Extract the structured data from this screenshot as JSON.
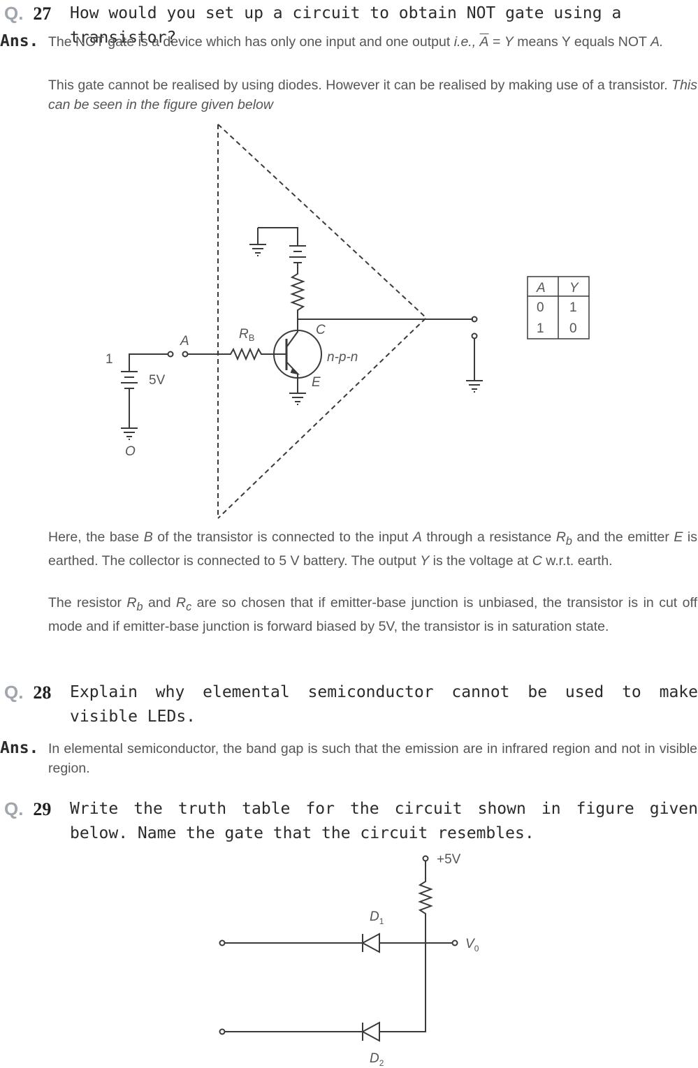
{
  "q27": {
    "mark": "Q.",
    "number": "27",
    "question": "How would you set up a circuit to obtain NOT gate using a transistor?",
    "ans_label": "Ans.",
    "p1_a": "The NOT gate is a device which has only one input and one output ",
    "p1_ie": "i.e.,",
    "p1_A": "A",
    "p1_eq": " = ",
    "p1_Y": "Y",
    "p1_b": " means Y equals NOT ",
    "p1_c": "A.",
    "p2_a": "This gate cannot be realised by using diodes. However it can be realised by making use of a transistor. ",
    "p2_b": "This can be seen in the figure given below",
    "figure": {
      "label_1": "1",
      "label_5v": "5V",
      "label_O": "O",
      "label_A": "A",
      "label_RB": "R",
      "label_RB_sub": "B",
      "label_C": "C",
      "label_E": "E",
      "label_npn": "n-p-n"
    },
    "truth_table": {
      "headers": [
        "A",
        "Y"
      ],
      "rows": [
        [
          "0",
          "1"
        ],
        [
          "1",
          "0"
        ]
      ]
    },
    "p3": [
      "Here, the base ",
      "B",
      " of the transistor is connected to the input ",
      "A",
      " through a resistance ",
      "R",
      "b",
      " and the emitter ",
      "E",
      " is earthed. The collector is connected to 5 V battery. The output ",
      "Y",
      " is the voltage at ",
      "C",
      " w.r.t. earth."
    ],
    "p4": [
      "The resistor ",
      "R",
      "b",
      " and ",
      "R",
      "c",
      " are so chosen that if emitter-base junction is unbiased, the transistor is in cut off mode and if emitter-base junction is forward biased by 5V, the transistor is in saturation state."
    ]
  },
  "q28": {
    "mark": "Q.",
    "number": "28",
    "question": "Explain why elemental semiconductor cannot be used to make visible LEDs.",
    "ans_label": "Ans.",
    "answer": "In elemental semiconductor, the band gap is such that the emission are in infrared region and not in visible region."
  },
  "q29": {
    "mark": "Q.",
    "number": "29",
    "question": "Write the truth table for the circuit shown in figure given below. Name the gate that the circuit resembles.",
    "figure": {
      "label_5v": "+5V",
      "label_D1": "D",
      "label_D1_sub": "1",
      "label_D2": "D",
      "label_D2_sub": "2",
      "label_V0": "V",
      "label_V0_sub": "0"
    }
  }
}
